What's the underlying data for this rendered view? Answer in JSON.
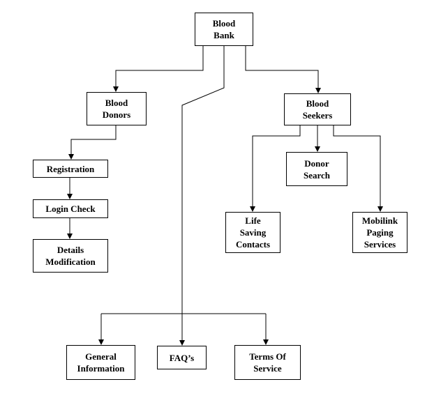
{
  "diagram": {
    "nodes": {
      "blood_bank": "Blood\nBank",
      "blood_donors": "Blood\nDonors",
      "blood_seekers": "Blood\nSeekers",
      "registration": "Registration",
      "login_check": "Login Check",
      "details_modification": "Details\nModification",
      "donor_search": "Donor\nSearch",
      "life_saving_contacts": "Life\nSaving\nContacts",
      "mobilink_paging_services": "Mobilink\nPaging\nServices",
      "general_information": "General\nInformation",
      "faqs": "FAQ’s",
      "terms_of_service": "Terms Of\nService"
    },
    "colors": {
      "line": "#000000",
      "box_border": "#000000",
      "background": "#ffffff"
    }
  }
}
